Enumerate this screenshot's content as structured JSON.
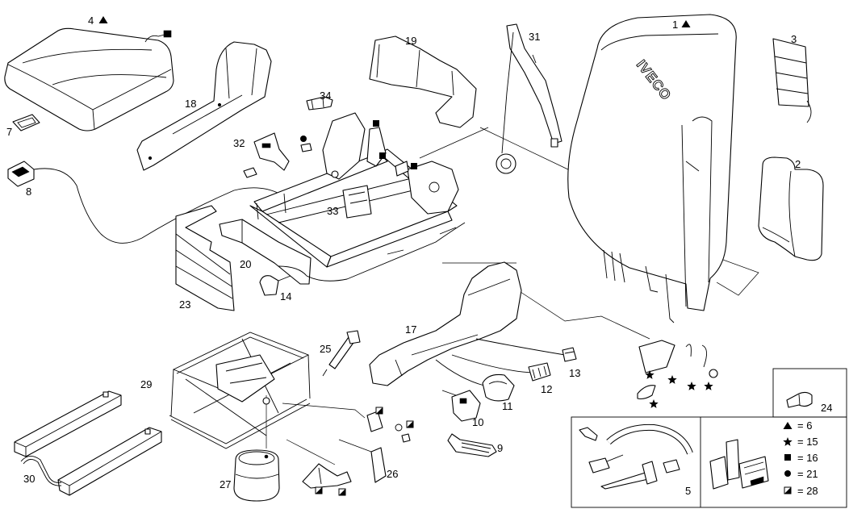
{
  "brand": "IVECO",
  "callouts": {
    "c1": "1",
    "c2": "2",
    "c3": "3",
    "c4": "4",
    "c5": "5",
    "c7": "7",
    "c8": "8",
    "c9": "9",
    "c10": "10",
    "c11": "11",
    "c12": "12",
    "c13": "13",
    "c14": "14",
    "c17": "17",
    "c18": "18",
    "c19": "19",
    "c20": "20",
    "c23": "23",
    "c24": "24",
    "c25": "25",
    "c26": "26",
    "c27": "27",
    "c29": "29",
    "c30": "30",
    "c31": "31",
    "c32": "32",
    "c33": "33",
    "c34": "34"
  },
  "legend": [
    {
      "symbol": "triangle-icon",
      "text": "= 6"
    },
    {
      "symbol": "star-icon",
      "text": "= 15"
    },
    {
      "symbol": "square-icon",
      "text": "= 16"
    },
    {
      "symbol": "dot-icon",
      "text": "= 21"
    },
    {
      "symbol": "half-square-icon",
      "text": "= 28"
    }
  ]
}
